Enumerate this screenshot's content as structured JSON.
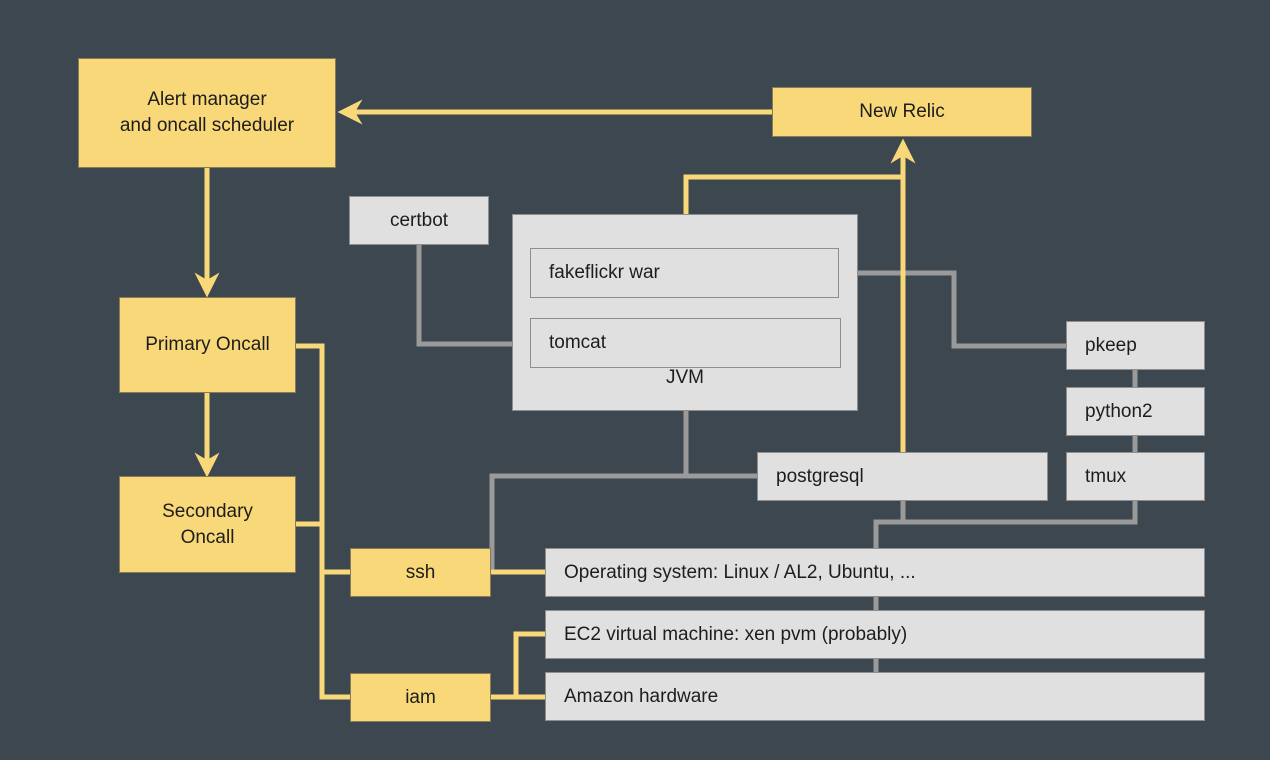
{
  "nodes": {
    "alert_manager": {
      "line1": "Alert manager",
      "line2": "and oncall scheduler"
    },
    "new_relic": "New Relic",
    "primary_oncall": "Primary Oncall",
    "secondary_oncall": {
      "line1": "Secondary",
      "line2": "Oncall"
    },
    "certbot": "certbot",
    "jvm": "JVM",
    "fakeflickr_war": "fakeflickr war",
    "tomcat": "tomcat",
    "pkeep": "pkeep",
    "python2": "python2",
    "tmux": "tmux",
    "postgresql": "postgresql",
    "ssh": "ssh",
    "iam": "iam",
    "operating_system": "Operating system: Linux / AL2, Ubuntu, ...",
    "ec2_vm": "EC2 virtual machine: xen pvm (probably)",
    "amazon_hardware": "Amazon hardware"
  },
  "colors": {
    "background": "#3c4750",
    "yellow_box": "#f8d878",
    "grey_box": "#e0e0e0",
    "yellow_line": "#f8d878",
    "grey_line": "#9a9a9a"
  }
}
